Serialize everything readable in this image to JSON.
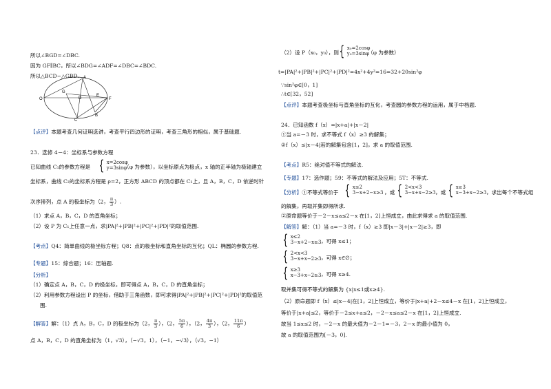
{
  "left": {
    "l1": "所以∠BGD=∠DBC.",
    "l2": "因为 GF∥BC，所以∠BDG=∠ADF=∠DBC=∠BDC.",
    "l3": "所以△BCD∽△GBD.",
    "fig_labels": {
      "A": "A",
      "B": "B",
      "C": "C",
      "D": "D",
      "E": "E",
      "F": "F",
      "G": "G",
      "O": "O"
    },
    "dianping_tag": "【点评】",
    "dianping_text": "本题考查几何证明选讲，考查平行四边形的证明，考查三角形的相似，属于基础题.",
    "q23_title": "23．选修 4－4：坐标系与参数方程",
    "q23_a": "已知曲线 C₁的参数方程是",
    "q23_sys1": "x=2cosφ",
    "q23_sys2": "y=3sinφ",
    "q23_b": "（φ 为参数），以坐标原点为极点，x 轴的正半轴为极轴建立",
    "q23_c": "坐标系，曲线 C₂的坐标系方程是 ρ=2，正方形 ABCD 的顶点都在 C₂上，且 A，B，C，D 依逆时针",
    "q23_d1": "次序排列，点 A 的极坐标为（2，",
    "q23_d_num": "π",
    "q23_d_den": "3",
    "q23_d2": "）.",
    "q23_1": "（1）求点 A，B，C，D 的直角坐标；",
    "q23_2": "（2）设 P 为 C₁上任意一点，求|PA|²+|PB|²+|PC|²+|PD|²的取值范围.",
    "kaodian_tag": "【考点】",
    "kaodian_text": "Q4：简单曲线的极坐标方程；Q8：点的极坐标和直角坐标的互化；QL：椭圆的参数方程.",
    "zhuanti_tag": "【专题】",
    "zhuanti_text": "15：综合题；16：压轴题.",
    "fenxi_tag": "【分析】",
    "fenxi_1": "（1）确定点 A，B，C，D 的极坐标，即可得点 A，B，C，D 的直角坐标；",
    "fenxi_2": "（2）利用参数方程设出 P 的坐标，借助于三角函数，即可求得|PA|²+|PB|²+|PC|²+|PD|²的取值范",
    "fenxi_3": "围.",
    "jieda_tag": "【解答】",
    "jieda_1": "解：（1）点 A，B，C，D 的极坐标为（2，",
    "jf1n": "π",
    "jf1d": "3",
    "jf2n": "5π",
    "jf2d": "6",
    "jf3n": "4π",
    "jf3d": "3",
    "jf4n": "11π",
    "jf4d": "6",
    "jieda_sep": "），（2，",
    "jieda_end": "）",
    "jieda_2": "点 A，B，C，D 的直角坐标为（1，√3），（−√3，1），（−1，−√3），（√3，−1）"
  },
  "right": {
    "r1": "（2）设 P（x₀，y₀），则",
    "r1_sys1": "x₀=2cosφ",
    "r1_sys2": "y₀=3sinφ",
    "r1_b": "（φ 为参数）",
    "r2": "t=|PA|²+|PB|²+|PC|²+|PD|²=4x²+4y²=16=32+20sin²φ",
    "r3": "∵sin²φ∈[0，1]",
    "r4": "∴t∈[32，52]",
    "dianping_tag": "【点评】",
    "dianping_text": "本题考查极坐标与直角坐标的互化，考查圆的参数方程的运用，属于中档题.",
    "q24_title": "24．已知函数 f（x）=|x+a|+|x－2|",
    "q24_1": "①当 a=－3 时，求不等式 f（x）≥3 的解集；",
    "q24_2": "②f（x）≤|x－4|若的解集包含[1，2]，求 a 的取值范围.",
    "kaodian_tag": "【考点】",
    "kaodian_text": "R5：绝对值不等式的解法.",
    "zhuanti_tag": "【专题】",
    "zhuanti_text": "17：选作题；59：不等式的解法及应用；5T：不等式.",
    "fenxi_tag": "【分析】",
    "fenxi_a": "①不等式等价于",
    "fs1a": "x≤2",
    "fs1b": "3−x+2−x≥3",
    "fenxi_or1": "，或",
    "fs2a": "2<x<3",
    "fs2b": "3−x+x−2≥3",
    "fenxi_or2": "，或",
    "fs3a": "x≥3",
    "fs3b": "x−3+x−2≥3",
    "fenxi_b": "，求出每个不等式组",
    "fenxi_c": "的解集，再取并集即得所求.",
    "fenxi_d": "②原命题等价于－2－x≤a≤2－x 在[1，2]上恒成立，由此求得求 a 的取值范围.",
    "jieda_tag": "【解答】",
    "jieda_1": "解：（1）当 a=－3 时，f（x）≥3 即|x－3|+|x－2|≥3，即",
    "js1a": "x≤2",
    "js1b": "3−x+2−x≥3",
    "js1r": "，可得 x≤1；",
    "js2a": "2<x<3",
    "js2b": "3−x+x−2≥3",
    "js2r": "，可得 x∈∅；",
    "js3a": "x≥3",
    "js3b": "x−3+x−2≥3",
    "js3r": "，可得 x≥4.",
    "j_union": "取并集可得不等式的解集为 {x|x≤1或x≥4}.",
    "j2_a": "（2）原命题即 f（x）≤|x－4|在[1，2]上恒成立，等价于|x+a|+2－x≤4－x 在[1，2]上恒成立，",
    "j2_b": "等价于|x+a|≤2，等价于－2≤x+a≤2，－2－x≤a≤2－x 在[1，2]上恒成立.",
    "j2_c": "故当 1≤x≤2 时，－2－x 的最大值为－2－1=－3，2－x 的最小值为 0，",
    "j2_d": "故 a 的取值范围为[－3，0]."
  }
}
